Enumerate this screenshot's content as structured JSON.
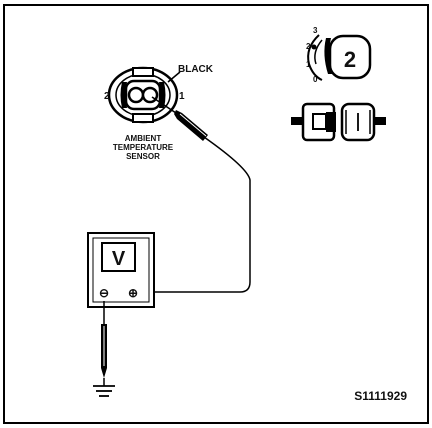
{
  "connector_label": "BLACK",
  "pin_left": "2",
  "pin_right": "1",
  "component_label": [
    "AMBIENT",
    "TEMPERATURE",
    "SENSOR"
  ],
  "meter_symbol": "V",
  "meter_negative": "⊖",
  "meter_positive": "⊕",
  "switch_positions": [
    "3",
    "2",
    "1",
    "0"
  ],
  "key_number": "2",
  "figure_code": "S1111929"
}
